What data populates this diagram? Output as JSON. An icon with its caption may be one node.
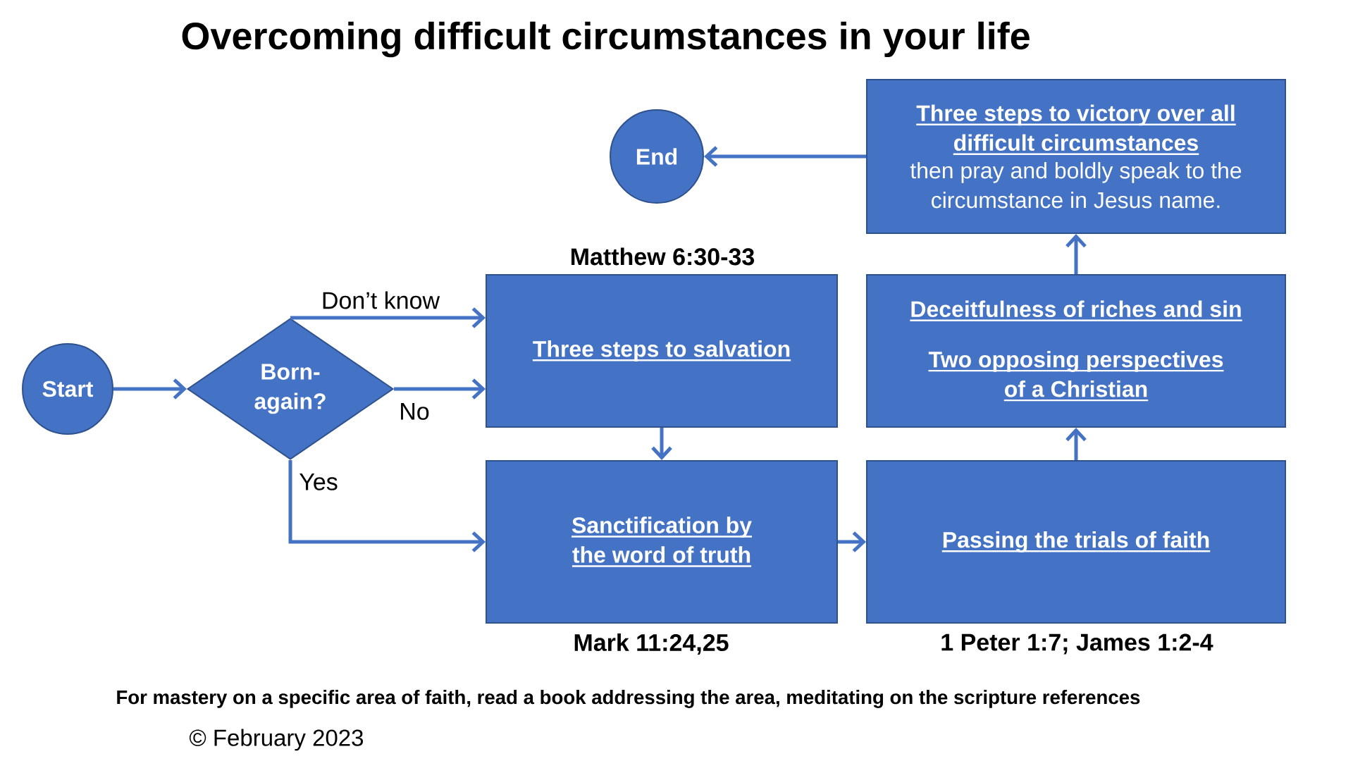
{
  "diagram": {
    "title": "Overcoming difficult circumstances in your life",
    "nodes": [
      {
        "text": [
          "Start"
        ]
      },
      {
        "text": [
          "Born-again?"
        ]
      },
      {
        "text": [
          "Three steps to salvation"
        ],
        "beside": [
          "Matthew 6:30-33"
        ]
      },
      {
        "text": [
          "Sanctification by the word of truth"
        ],
        "beside": [
          "Mark 11:24,25"
        ]
      },
      {
        "text": [
          "Passing the trials of faith"
        ],
        "beside": [
          "1 Peter 1:7; James 1:2-4"
        ]
      },
      {
        "text": [
          "Deceitfulness of riches and sin",
          "Two opposing perspectives of a Christian"
        ]
      },
      {
        "text": [
          "Three steps to victory over all difficult circumstances",
          "then pray and boldly speak to the circumstance in Jesus name."
        ]
      },
      {
        "text": [
          "End"
        ]
      }
    ],
    "edges": [
      {
        "from": 0,
        "to": 1,
        "arrow": "to"
      },
      {
        "from": 1,
        "to": 2,
        "arrow": "to",
        "label": "Don’t know"
      },
      {
        "from": 1,
        "to": 2,
        "arrow": "to",
        "label": "No"
      },
      {
        "from": 1,
        "to": 3,
        "arrow": "to",
        "label": "Yes"
      },
      {
        "from": 2,
        "to": 3,
        "arrow": "to"
      },
      {
        "from": 3,
        "to": 4,
        "arrow": "to"
      },
      {
        "from": 4,
        "to": 5,
        "arrow": "to"
      },
      {
        "from": 5,
        "to": 6,
        "arrow": "to"
      },
      {
        "from": 6,
        "to": 7,
        "arrow": "to"
      }
    ],
    "labels": [
      "For mastery on a specific area of faith, read a book addressing the area, meditating on the scripture references",
      "© February 2023"
    ]
  }
}
